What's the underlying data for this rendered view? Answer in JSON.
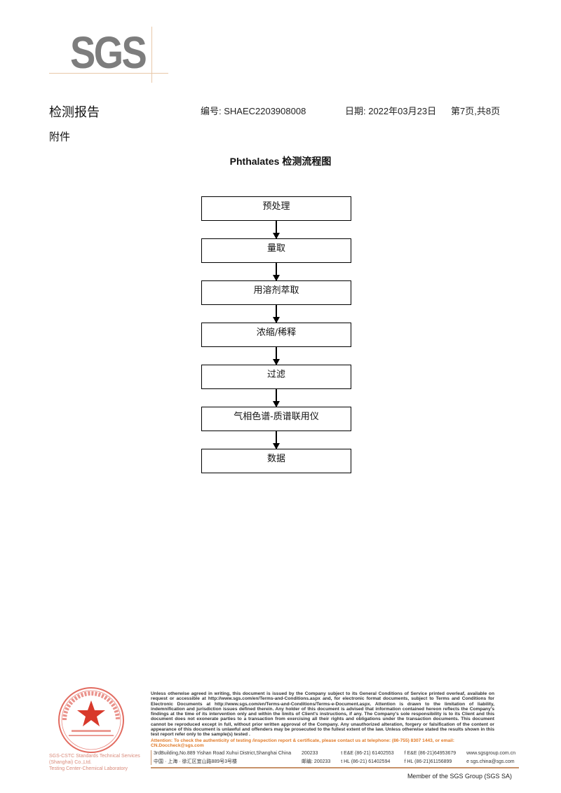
{
  "logo": {
    "text": "SGS",
    "color": "#7d7d7d",
    "accent": "#e8c8a8"
  },
  "header": {
    "report_title": "检测报告",
    "number": "编号: SHAEC2203908008",
    "date": "日期: 2022年03月23日",
    "page": "第7页,共8页",
    "section": "附件"
  },
  "flowchart": {
    "title": "Phthalates 检测流程图",
    "steps": [
      "预处理",
      "量取",
      "用溶剂萃取",
      "浓缩/稀释",
      "过滤",
      "气相色谱-质谱联用仪",
      "数据"
    ]
  },
  "stamp": {
    "color": "#d8392b",
    "lettering": "通标标准技术服务(上海)有限公司 检验检测专用章 Inspection & Testing Services"
  },
  "footer": {
    "company_line1": "SGS-CSTC Standards Technical Services (Shanghai) Co.,Ltd.",
    "company_line2": "Testing Center-Chemical Laboratory",
    "legal": "Unless otherwise agreed in writing, this document is issued by the Company subject to its General Conditions of Service printed overleaf, available on request or accessible at http://www.sgs.com/en/Terms-and-Conditions.aspx and, for electronic format documents, subject to Terms and Conditions for Electronic Documents at http://www.sgs.com/en/Terms-and-Conditions/Terms-e-Document.aspx. Attention is drawn to the limitation of liability, indemnification and jurisdiction issues defined therein. Any holder of this document is advised that information contained hereon reflects the Company's findings at the time of its intervention only and within the limits of Client's instructions, if any. The Company's sole responsibility is to its Client and this document does not exonerate parties to a transaction from exercising all their rights and obligations under the transaction documents. This document cannot be reproduced except in full, without prior written approval of the Company. Any unauthorized alteration, forgery or falsification of the content or appearance of this document is unlawful and offenders may be prosecuted to the fullest extent of the law. Unless otherwise stated the results shown in this test report refer only to the sample(s) tested .",
    "attention": "Attention: To check the authenticity of testing /inspection report & certificate, please contact us at telephone: (86-755) 8307 1443, or email: CN.Doccheck@sgs.com",
    "address_en": "3rdBuilding,No.889 Yishan Road Xuhui District,Shanghai China",
    "postcode_en": "200233",
    "tel1": "t E&E (86-21) 61402553",
    "fax1": "f E&E (86-21)64953679",
    "web": "www.sgsgroup.com.cn",
    "address_cn": "中国 · 上海 · 徐汇区宜山路889号3号楼",
    "postcode_cn": "邮编: 200233",
    "tel2": "t HL (86-21) 61402594",
    "fax2": "f HL (86-21)61156899",
    "email": "e sgs.china@sgs.com",
    "member": "Member of the SGS Group (SGS SA)",
    "attention_color": "#e07a28",
    "line_color": "#c8926a"
  }
}
